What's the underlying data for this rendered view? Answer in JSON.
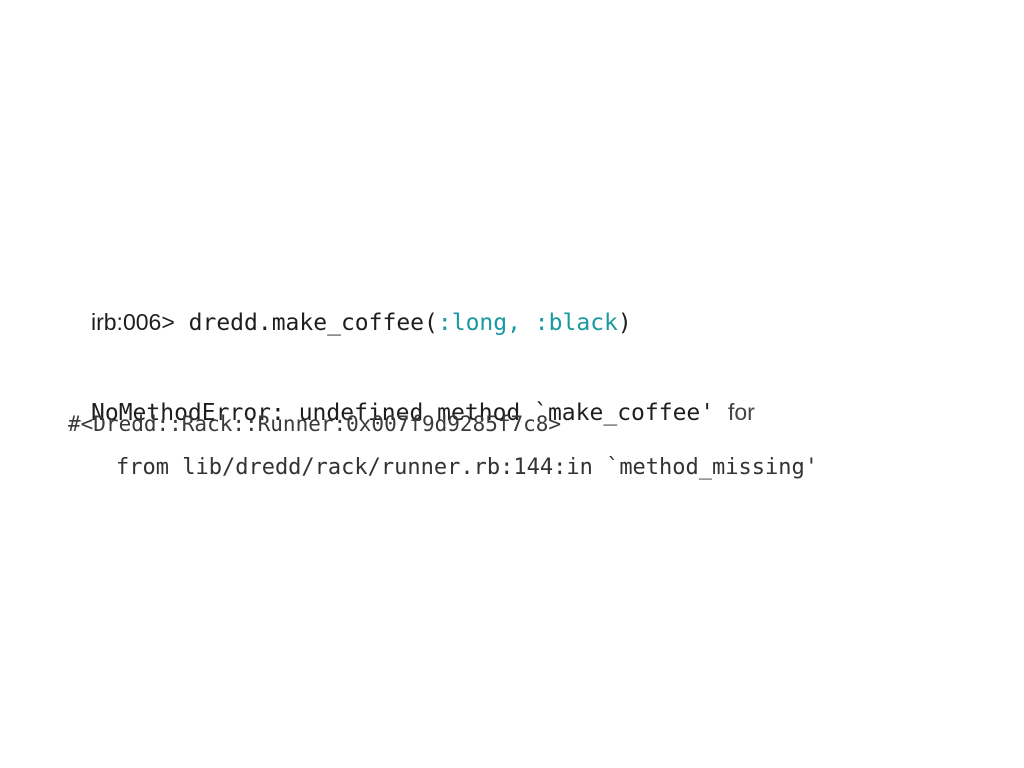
{
  "colors": {
    "background": "#ffffff",
    "text": "#222222",
    "symbol_accent": "#1a9aa0"
  },
  "console": {
    "prompt": "irb:006>",
    "command_before": "dredd.make_coffee(",
    "symbol_args": ":long, :black",
    "command_after": ")",
    "error_message": "NoMethodError: undefined method `make_coffee'",
    "error_for": "for",
    "error_receiver": "#<Dredd::Rack::Runner:0x007f9d9285f7c8>",
    "backtrace": "from lib/dredd/rack/runner.rb:144:in `method_missing'"
  }
}
